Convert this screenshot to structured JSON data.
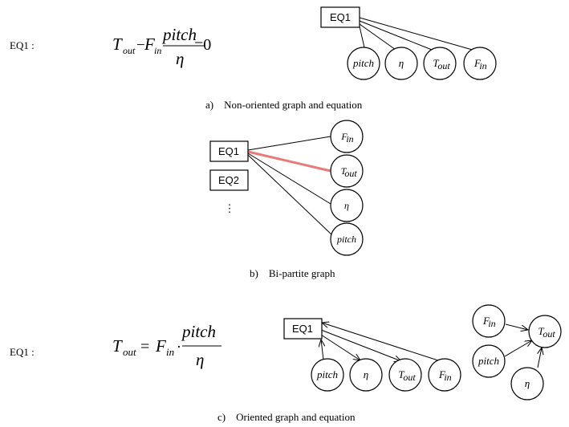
{
  "section_a": {
    "eq_label": "EQ1 :",
    "equation": {
      "t": "T",
      "t_sub": "out",
      "minus": "−",
      "f": "F",
      "f_sub": "in",
      "numerator": "pitch",
      "denominator": "η",
      "equals": "=0"
    },
    "box_label": "EQ1",
    "nodes": [
      {
        "label": "pitch"
      },
      {
        "label": "η"
      },
      {
        "label": "T",
        "sub": "out"
      },
      {
        "label": "F",
        "sub": "in"
      }
    ],
    "caption": "a)    Non-oriented graph and equation"
  },
  "section_b": {
    "boxes": [
      "EQ1",
      "EQ2"
    ],
    "ellipsis": "⋮",
    "nodes": [
      {
        "label": "F",
        "sub": "in"
      },
      {
        "label": "T",
        "sub": "out"
      },
      {
        "label": "η"
      },
      {
        "label": "pitch"
      }
    ],
    "highlight_color": "#e87a7a",
    "caption": "b)    Bi-partite graph"
  },
  "section_c": {
    "eq_label": "EQ1 :",
    "equation": {
      "t": "T",
      "t_sub": "out",
      "equals": "=",
      "f": "F",
      "f_sub": "in",
      "dot": "·",
      "numerator": "pitch",
      "denominator": "η"
    },
    "box_label": "EQ1",
    "nodes": [
      {
        "label": "pitch"
      },
      {
        "label": "η"
      },
      {
        "label": "T",
        "sub": "out"
      },
      {
        "label": "F",
        "sub": "in"
      }
    ],
    "right_nodes": {
      "f_in": {
        "label": "F",
        "sub": "in"
      },
      "pitch": {
        "label": "pitch"
      },
      "t_out": {
        "label": "T",
        "sub": "out"
      },
      "eta": {
        "label": "η"
      }
    },
    "caption": "c)    Oriented graph and equation"
  }
}
